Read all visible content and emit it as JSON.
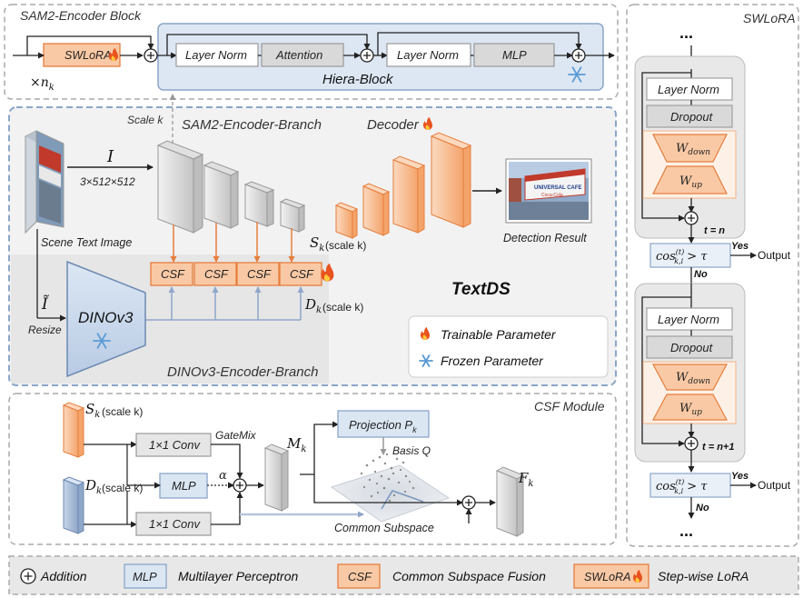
{
  "colors": {
    "orange_fill": "#f9c9a5",
    "orange_stroke": "#e67e3c",
    "blue_fill": "#dbe6f3",
    "blue_stroke": "#8ba6c8",
    "gray_fill": "#d9d9d9",
    "panel_border": "#aaaaaa",
    "textds_bg": "#f2f2f2",
    "dino_bg": "#e6e6e6",
    "arrow_orange": "#e67e3c",
    "arrow_blue": "#8fa7c8"
  },
  "sam2_block": {
    "title": "SAM2-Encoder Block",
    "swlora": "SWLoRA",
    "repeat_base": "×n",
    "repeat_sub": "k",
    "layer_norm_1": "Layer Norm",
    "attention": "Attention",
    "layer_norm_2": "Layer Norm",
    "mlp": "MLP",
    "hiera_block": "Hiera-Block"
  },
  "textds": {
    "scale_k": "Scale k",
    "encoder_branch": "SAM2-Encoder-Branch",
    "decoder": "Decoder",
    "input_symbol": "I",
    "input_dims": "3×512×512",
    "scene_text_image": "Scene Text Image",
    "detection_result": "Detection Result",
    "s_k": "S",
    "s_k_sub": "k",
    "s_k_note": "(scale k)",
    "d_k": "D",
    "d_k_sub": "k",
    "d_k_note": "(scale k)",
    "csf_labels": [
      "CSF",
      "CSF",
      "CSF",
      "CSF"
    ],
    "textds_title": "TextDS",
    "i_tilde": "Ĩ",
    "resize": "Resize",
    "dinov3": "DINOv3",
    "dino_branch": "DINOv3-Encoder-Branch",
    "sign_line_1": "UNIVERSAL CAFE",
    "sign_line_2": "Coca-Cola",
    "legend_trainable": "Trainable Parameter",
    "legend_frozen": "Frozen Parameter"
  },
  "csf_module": {
    "title": "CSF Module",
    "s_k": "S",
    "s_k_sub": "k",
    "s_k_note": "(scale k)",
    "d_k": "D",
    "d_k_sub": "k",
    "d_k_note": "(scale k)",
    "conv_top": "1×1 Conv",
    "conv_bottom": "1×1 Conv",
    "gatemix": "GateMix",
    "mlp": "MLP",
    "alpha": "α",
    "m_k": "M",
    "m_k_sub": "k",
    "projection": "Projection P",
    "projection_sub": "k",
    "basis": "Basis Q",
    "common_subspace": "Common Subspace",
    "f_k": "F",
    "f_k_sub": "k"
  },
  "swlora_panel": {
    "title": "SWLoRA",
    "dots_top": "...",
    "layer_norm_1": "Layer Norm",
    "dropout_1": "Dropout",
    "w_down_1": "W",
    "w_down_1_sub": "down",
    "w_up_1": "W",
    "w_up_1_sub": "up",
    "t_n": "t = n",
    "cond_1": "cos",
    "cond_1_sup": "(t)",
    "cond_1_sub": "k,i",
    "cond_1_rhs": "> τ",
    "yes_1": "Yes",
    "output_1": "Output",
    "no_1": "No",
    "layer_norm_2": "Layer Norm",
    "dropout_2": "Dropout",
    "w_down_2": "W",
    "w_down_2_sub": "down",
    "w_up_2": "W",
    "w_up_2_sub": "up",
    "t_n1": "t = n+1",
    "cond_2": "cos",
    "cond_2_sup": "(t)",
    "cond_2_sub": "k,i",
    "cond_2_rhs": "> τ",
    "yes_2": "Yes",
    "output_2": "Output",
    "no_2": "No",
    "dots_bottom": "..."
  },
  "bottom_legend": {
    "addition": "Addition",
    "mlp_box": "MLP",
    "mlp_text": "Multilayer Perceptron",
    "csf_box": "CSF",
    "csf_text": "Common Subspace Fusion",
    "swlora_box": "SWLoRA",
    "swlora_text": "Step-wise LoRA"
  }
}
